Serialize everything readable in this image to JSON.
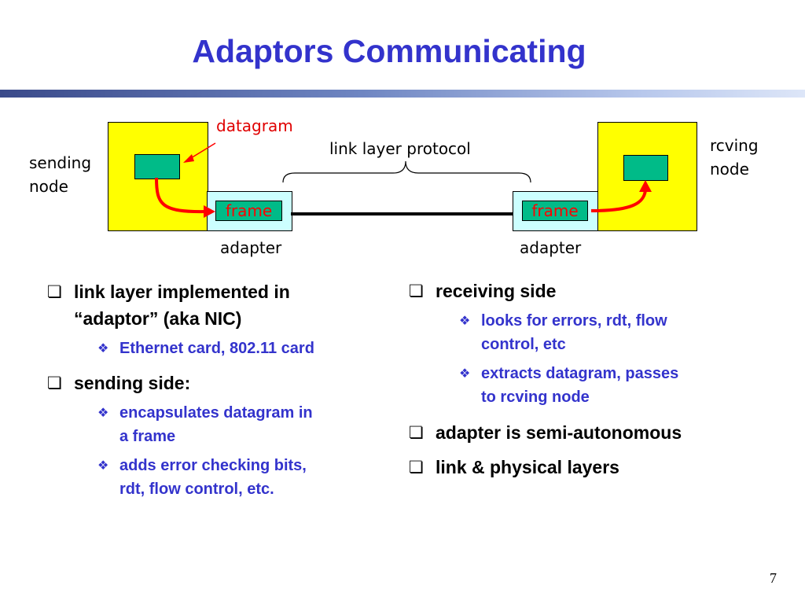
{
  "slide": {
    "title": "Adaptors Communicating",
    "page_number": "7"
  },
  "diagram": {
    "datagram_label": "datagram",
    "link_protocol_label": "link layer protocol",
    "sending_node_label": [
      "sending",
      "node"
    ],
    "rcving_node_label": [
      "rcving",
      "node"
    ],
    "frame_left": "frame",
    "frame_right": "frame",
    "adapter_left": "adapter",
    "adapter_right": "adapter",
    "colors": {
      "node": "#ffff00",
      "adapter": "#ccffff",
      "datagram": "#00bb88",
      "arrow": "#ff0000"
    }
  },
  "left_column": {
    "bullets": [
      {
        "text": [
          "link layer implemented in",
          "“adaptor” (aka NIC)"
        ],
        "sub": [
          [
            "Ethernet card, 802.11 card"
          ]
        ]
      },
      {
        "text": [
          "sending side:"
        ],
        "sub": [
          [
            "encapsulates datagram in",
            "a frame"
          ],
          [
            "adds error checking bits,",
            "rdt, flow control, etc."
          ]
        ]
      }
    ]
  },
  "right_column": {
    "bullets": [
      {
        "text": [
          "receiving side"
        ],
        "sub": [
          [
            "looks for errors, rdt, flow",
            "control, etc"
          ],
          [
            "extracts datagram, passes",
            "to rcving node"
          ]
        ]
      },
      {
        "text": [
          "adapter is semi-autonomous"
        ],
        "sub": []
      },
      {
        "text": [
          "link & physical layers"
        ],
        "sub": []
      }
    ]
  }
}
